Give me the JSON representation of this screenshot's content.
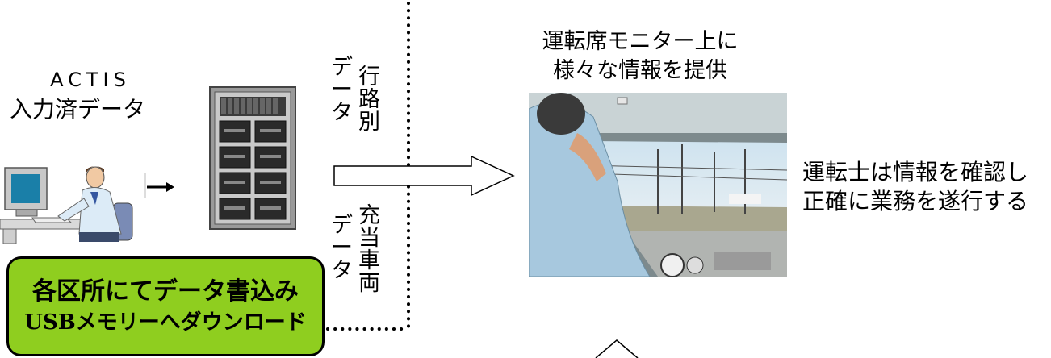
{
  "left": {
    "actis_label": "ACTIS",
    "input_label": "入力済データ"
  },
  "route_data_label": [
    "デ",
    "ー",
    "タ"
  ],
  "route_data_label2": [
    "行",
    "路",
    "別"
  ],
  "vehicle_data_label": [
    "デ",
    "ー",
    "タ"
  ],
  "vehicle_data_label2": [
    "充",
    "当",
    "車",
    "両"
  ],
  "green_box": {
    "line1": "各区所にてデータ書込み",
    "line2": "USBメモリーへダウンロード"
  },
  "monitor": {
    "caption_line1": "運転席モニター上に",
    "caption_line2": "様々な情報を提供"
  },
  "driver": {
    "line1": "運転士は情報を確認し",
    "line2": "正確に業務を遂行する"
  },
  "colors": {
    "green_box": "#8fce1f",
    "monitor_blue": "#1a7fa8"
  }
}
